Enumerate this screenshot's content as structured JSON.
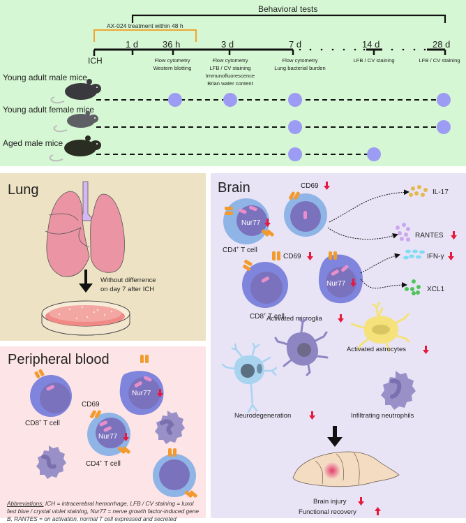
{
  "timeline": {
    "behavioral_label": "Behavioral tests",
    "treatment_label": "AX-024 treatment within 48 h",
    "timepoints": [
      {
        "label": "ICH",
        "position": "below",
        "notes": []
      },
      {
        "label": "1 d",
        "position": "above",
        "notes": []
      },
      {
        "label": "36 h",
        "position": "above",
        "notes": [
          "Flow cytometry",
          "Western blotting"
        ]
      },
      {
        "label": "3 d",
        "position": "above",
        "notes": [
          "Flow cytometry",
          "LFB / CV staining",
          "Immunofluorescence",
          "Brian water content"
        ]
      },
      {
        "label": "7 d",
        "position": "above",
        "notes": [
          "Flow cytometry",
          "Lung bacterial burden"
        ]
      },
      {
        "label": "14 d",
        "position": "above",
        "notes": [
          "LFB / CV staining"
        ]
      },
      {
        "label": "28 d",
        "position": "above",
        "notes": [
          "LFB / CV staining"
        ]
      }
    ],
    "cohorts": [
      {
        "label": "Young adult male mice",
        "sampled_at": [
          "36 h",
          "3 d",
          "7 d",
          "28 d"
        ]
      },
      {
        "label": "Young adult female mice",
        "sampled_at": [
          "7 d",
          "28 d"
        ]
      },
      {
        "label": "Aged male mice",
        "sampled_at": [
          "7 d",
          "14 d"
        ]
      }
    ]
  },
  "lung": {
    "title": "Lung",
    "result_line1": "Without differrence",
    "result_line2": "on day 7 after ICH"
  },
  "blood": {
    "title": "Peripheral blood",
    "cd8_label": "CD8",
    "cd8_sup": "+",
    "cd8_suffix": " T cell",
    "cd4_label": "CD4",
    "cd4_sup": "+",
    "cd4_suffix": " T cell",
    "cd69_label": "CD69",
    "nur77_label": "Nur77",
    "nur77_label2": "Nur77",
    "abbreviations_heading": "Abbreviations:",
    "abbreviations_text": " ICH = intracerebral hemorrhage, LFB / CV staining = luxol fast blue / crystal violet staining, Nur77 = nerve growth factor-induced gene B, RANTES = on activation, normal T cell expressed and secreted"
  },
  "brain": {
    "title": "Brain",
    "cd4_label": "CD4",
    "cd4_sup": "+",
    "cd4_suffix": " T cell",
    "cd8_label": "CD8",
    "cd8_sup": "+",
    "cd8_suffix": " T cell",
    "cd69_label_1": "CD69",
    "cd69_label_2": "CD69",
    "nur77_label_1": "Nur77",
    "nur77_label_2": "Nur77",
    "cytokines": [
      {
        "label": "IL-17",
        "change": "none",
        "color": "#e6b84a"
      },
      {
        "label": "RANTES",
        "change": "down",
        "color": "#c9a6ee"
      },
      {
        "label": "IFN-γ",
        "change": "down",
        "color": "#7fdcf3"
      },
      {
        "label": "XCL1",
        "change": "none",
        "color": "#4fc45a"
      }
    ],
    "microglia_label": "Activated microglia",
    "astrocytes_label": "Activated astrocytes",
    "neurodegeneration_label": "Neurodegeneration",
    "neutrophils_label": "Infiltrating neutrophils",
    "outcome_1": "Brain injury",
    "outcome_2": "Functional recovery"
  },
  "colors": {
    "down_arrow": "#e8183c",
    "up_arrow": "#e8183c",
    "treatment_bracket": "#f0a530",
    "sample_dot": "#9d9cf5",
    "cd4_cell": "#8fb4e6",
    "cd8_cell": "#7f85dc",
    "receptor": "#f29a2e"
  }
}
